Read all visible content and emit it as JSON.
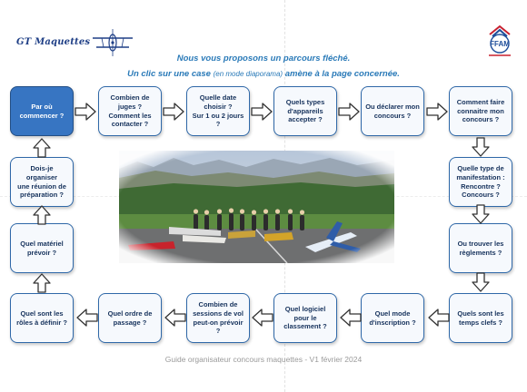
{
  "brand": {
    "logo_text": "GT Maquettes",
    "federation_logo": "FFAM",
    "colors": {
      "accent": "#2a7ab8",
      "box_border": "#2f68a8",
      "box_active": "#3775c2",
      "box_text": "#16325c"
    }
  },
  "intro": {
    "line1": "Nous vous proposons un parcours fléché.",
    "line2_a": "Un clic sur une case ",
    "line2_b": "(en mode diaporama)",
    "line2_c": " amène à la page concernée."
  },
  "steps": {
    "s1": {
      "lines": [
        "Par où",
        "commencer ?"
      ]
    },
    "s2": {
      "lines": [
        "Combien de",
        "juges ?",
        "Comment les",
        "contacter ?"
      ]
    },
    "s3": {
      "lines": [
        "Quelle date",
        "choisir ?",
        "Sur 1 ou 2 jours ?"
      ]
    },
    "s4": {
      "lines": [
        "Quels types",
        "d'appareils",
        "accepter ?"
      ]
    },
    "s5": {
      "lines": [
        "Ou déclarer mon",
        "concours ?"
      ]
    },
    "s6": {
      "lines": [
        "Comment faire",
        "connaitre mon",
        "concours ?"
      ]
    },
    "s7": {
      "lines": [
        "Quelle type de",
        "manifestation :",
        "Rencontre ?",
        "Concours ?"
      ]
    },
    "s8": {
      "lines": [
        "Ou trouver les",
        "règlements ?"
      ]
    },
    "s9": {
      "lines": [
        "Quels sont les",
        "temps clefs ?"
      ]
    },
    "s10": {
      "lines": [
        "Quel mode",
        "d'inscription ?"
      ]
    },
    "s11": {
      "lines": [
        "Quel logiciel",
        "pour le",
        "classement ?"
      ]
    },
    "s12": {
      "lines": [
        "Combien de",
        "sessions de vol",
        "peut-on prévoir ?"
      ]
    },
    "s13": {
      "lines": [
        "Quel ordre de",
        "passage ?"
      ]
    },
    "s14": {
      "lines": [
        "Quel sont les",
        "rôles à définir ?"
      ]
    },
    "s15": {
      "lines": [
        "Quel matériel",
        "prévoir ?"
      ]
    },
    "s16": {
      "lines": [
        "Dois-je organiser",
        "une réunion de",
        "préparation ?"
      ]
    }
  },
  "photo": {
    "subject": "group-photo-model-aircraft-on-runway"
  },
  "footer": "Guide organisateur concours maquettes - V1 février 2024"
}
